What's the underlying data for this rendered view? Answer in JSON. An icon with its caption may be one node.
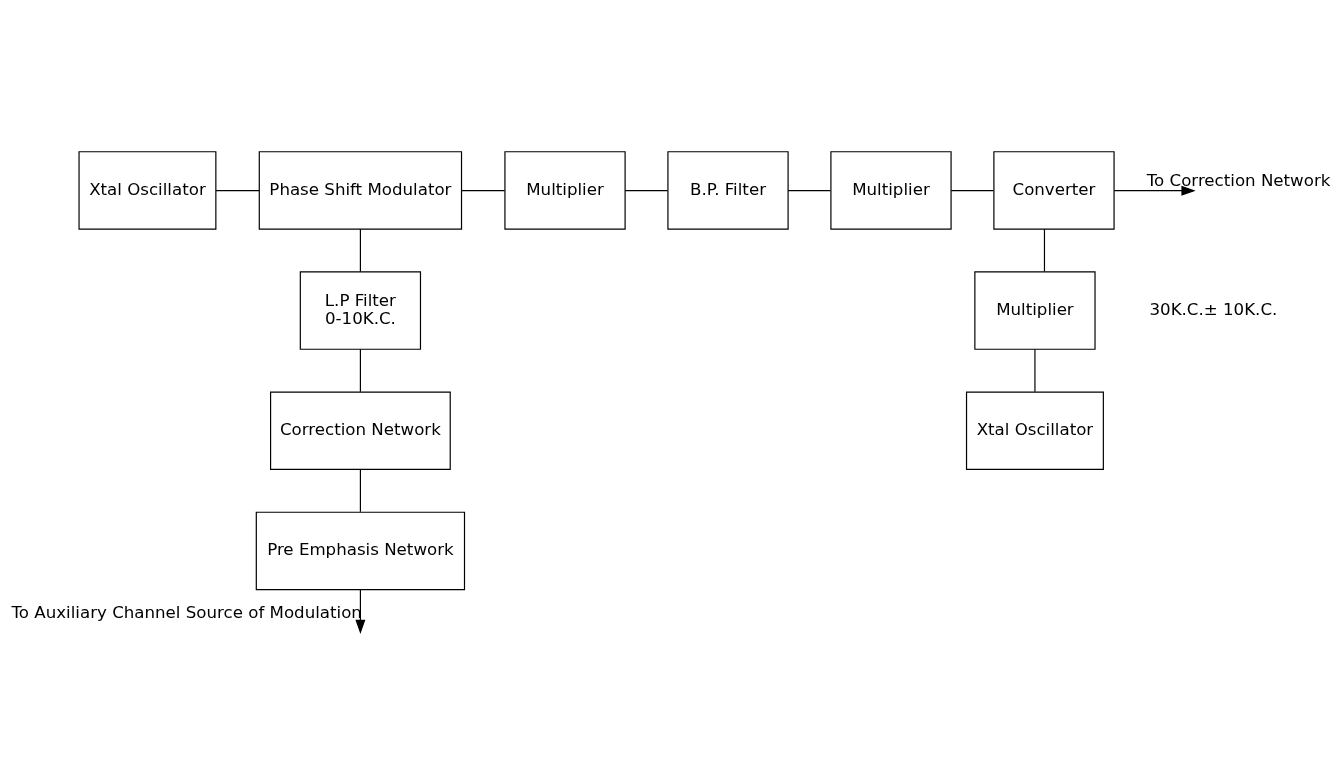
{
  "diagram": {
    "nodes": [
      {
        "text": [
          "Xtal Oscillator"
        ]
      },
      {
        "text": [
          "Phase Shift Modulator"
        ]
      },
      {
        "text": [
          "Multiplier"
        ]
      },
      {
        "text": [
          "B.P. Filter"
        ]
      },
      {
        "text": [
          "Multiplier"
        ]
      },
      {
        "text": [
          "Converter"
        ]
      },
      {
        "text": [
          "L.P Filter",
          "0-10K.C."
        ]
      },
      {
        "text": [
          "Correction Network"
        ]
      },
      {
        "text": [
          "Pre Emphasis Network"
        ]
      },
      {
        "text": [
          "Multiplier"
        ]
      },
      {
        "text": [
          "Xtal Oscillator"
        ]
      }
    ],
    "edges": [
      {
        "from": 0,
        "to": 1,
        "arrow": "none"
      },
      {
        "from": 1,
        "to": 2,
        "arrow": "none"
      },
      {
        "from": 2,
        "to": 3,
        "arrow": "none"
      },
      {
        "from": 3,
        "to": 4,
        "arrow": "none"
      },
      {
        "from": 4,
        "to": 5,
        "arrow": "none"
      },
      {
        "from": 5,
        "to": null,
        "arrow": "to",
        "label": "To Correction Network"
      },
      {
        "from": 1,
        "to": 6,
        "arrow": "none"
      },
      {
        "from": 6,
        "to": 7,
        "arrow": "none"
      },
      {
        "from": 7,
        "to": 8,
        "arrow": "none"
      },
      {
        "from": 8,
        "to": null,
        "arrow": "to",
        "label": "To Auxiliary Channel Source of Modulation"
      },
      {
        "from": 5,
        "to": 9,
        "arrow": "none"
      },
      {
        "from": 9,
        "to": 10,
        "arrow": "none"
      }
    ],
    "labels": [
      "30K.C.± 10K.C."
    ]
  }
}
